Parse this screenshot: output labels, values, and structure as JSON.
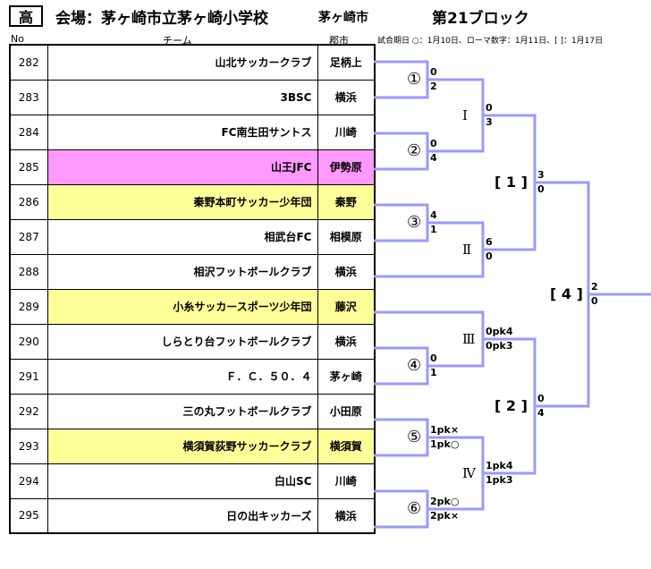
{
  "header": {
    "category": "高",
    "venue": "会場：茅ヶ崎市立茅ヶ崎小学校",
    "region": "茅ヶ崎市",
    "block": "第21ブロック",
    "col_no": "No",
    "col_team": "チーム",
    "col_city": "郡市",
    "note": "試合期日 ○：1月10日、ローマ数字：1月11日、[ ]：1月17日"
  },
  "teams": [
    {
      "no": "282",
      "name": "山北サッカークラブ",
      "city": "足柄上",
      "highlight": ""
    },
    {
      "no": "283",
      "name": "3BSC",
      "city": "横浜",
      "highlight": ""
    },
    {
      "no": "284",
      "name": "FC南生田サントス",
      "city": "川崎",
      "highlight": ""
    },
    {
      "no": "285",
      "name": "山王JFC",
      "city": "伊勢原",
      "highlight": "pink"
    },
    {
      "no": "286",
      "name": "秦野本町サッカー少年団",
      "city": "秦野",
      "highlight": "yellow"
    },
    {
      "no": "287",
      "name": "相武台FC",
      "city": "相模原",
      "highlight": ""
    },
    {
      "no": "288",
      "name": "相沢フットボールクラブ",
      "city": "横浜",
      "highlight": ""
    },
    {
      "no": "289",
      "name": "小糸サッカースポーツ少年団",
      "city": "藤沢",
      "highlight": "yellow"
    },
    {
      "no": "290",
      "name": "しらとり台フットボールクラブ",
      "city": "横浜",
      "highlight": ""
    },
    {
      "no": "291",
      "name": "Ｆ．Ｃ．５０．４",
      "city": "茅ヶ崎",
      "highlight": ""
    },
    {
      "no": "292",
      "name": "三の丸フットボールクラブ",
      "city": "小田原",
      "highlight": ""
    },
    {
      "no": "293",
      "name": "横須賀荻野サッカークラブ",
      "city": "横須賀",
      "highlight": "yellow"
    },
    {
      "no": "294",
      "name": "白山SC",
      "city": "川崎",
      "highlight": ""
    },
    {
      "no": "295",
      "name": "日の出キッカーズ",
      "city": "横浜",
      "highlight": ""
    }
  ],
  "bracket": {
    "matches": {
      "m1": {
        "label": "①",
        "score_top": "0",
        "score_bottom": "2"
      },
      "m2": {
        "label": "②",
        "score_top": "0",
        "score_bottom": "4"
      },
      "m3": {
        "label": "③",
        "score_top": "4",
        "score_bottom": "1"
      },
      "m4": {
        "label": "④",
        "score_top": "0",
        "score_bottom": "1"
      },
      "m5": {
        "label": "⑤",
        "score_top": "1pk×",
        "score_bottom": "1pk○"
      },
      "m6": {
        "label": "⑥",
        "score_top": "2pk○",
        "score_bottom": "2pk×"
      },
      "r1": {
        "label": "Ⅰ",
        "score_top": "0",
        "score_bottom": "3"
      },
      "r2": {
        "label": "Ⅱ",
        "score_top": "6",
        "score_bottom": "0"
      },
      "r3": {
        "label": "Ⅲ",
        "score_top": "0pk4",
        "score_bottom": "0pk3"
      },
      "r4": {
        "label": "Ⅳ",
        "score_top": "1pk4",
        "score_bottom": "1pk3"
      },
      "s1": {
        "label": "[ 1 ]",
        "score_top": "3",
        "score_bottom": "0"
      },
      "s2": {
        "label": "[ 2 ]",
        "score_top": "0",
        "score_bottom": "4"
      },
      "f": {
        "label": "[ 4 ]",
        "score_top": "2",
        "score_bottom": "0"
      }
    },
    "line_color": "#9999ff"
  }
}
